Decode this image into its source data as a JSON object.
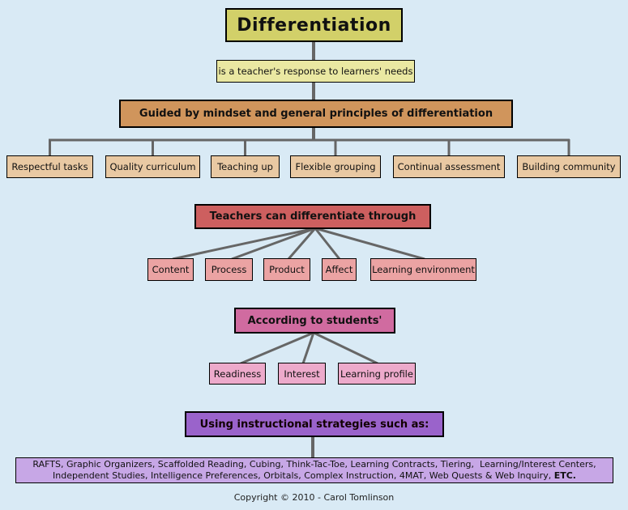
{
  "background_color": "#d9eaf5",
  "line_color": "#666666",
  "title": {
    "label": "Differentiation",
    "fill": "#d2d069"
  },
  "subtitle": {
    "label": "is a teacher's response to learners' needs",
    "fill": "#eae8a2"
  },
  "principles": {
    "header": "Guided by mindset and general principles of differentiation",
    "header_fill": "#d0955c",
    "item_fill": "#e9c9a3",
    "items": [
      "Respectful tasks",
      "Quality curriculum",
      "Teaching up",
      "Flexible grouping",
      "Continual assessment",
      "Building community"
    ]
  },
  "differentiate": {
    "header": "Teachers can differentiate through",
    "header_fill": "#cd5f5f",
    "item_fill": "#eba3a3",
    "items": [
      "Content",
      "Process",
      "Product",
      "Affect",
      "Learning environment"
    ]
  },
  "students": {
    "header": "According to students'",
    "header_fill": "#d06ba0",
    "item_fill": "#edaacb",
    "items": [
      "Readiness",
      "Interest",
      "Learning profile"
    ]
  },
  "strategies": {
    "header": "Using instructional strategies such as:",
    "header_fill": "#9a63cb",
    "list_fill": "#c7a7e6",
    "line1": "RAFTS, Graphic Organizers, Scaffolded Reading, Cubing, Think-Tac-Toe, Learning Contracts, Tiering,  Learning/Interest Centers,",
    "line2": "Independent Studies, Intelligence Preferences, Orbitals, Complex Instruction, 4MAT, Web Quests & Web Inquiry, ",
    "etc": "ETC."
  },
  "footer": {
    "label": "Copyright © 2010 - Carol Tomlinson"
  }
}
